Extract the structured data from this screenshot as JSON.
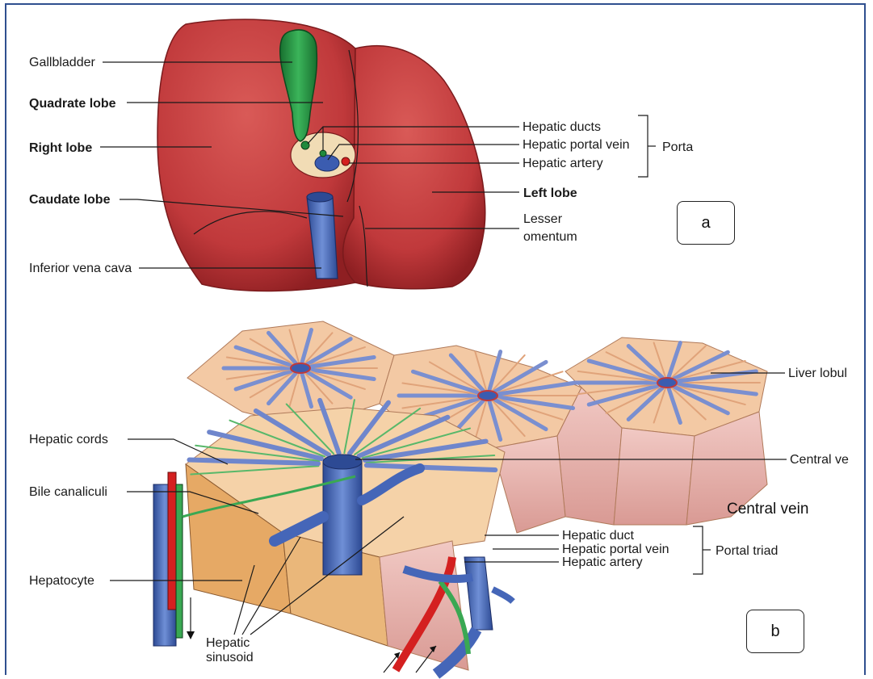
{
  "panel_a": {
    "tag": "a",
    "labels": {
      "gallbladder": "Gallbladder",
      "quadrate_lobe": "Quadrate lobe",
      "right_lobe": "Right lobe",
      "caudate_lobe": "Caudate lobe",
      "inferior_vena_cava": "Inferior vena cava",
      "hepatic_ducts": "Hepatic ducts",
      "hepatic_portal_vein": "Hepatic portal vein",
      "hepatic_artery": "Hepatic artery",
      "porta": "Porta",
      "left_lobe": "Left lobe",
      "lesser_omentum_1": "Lesser",
      "lesser_omentum_2": "omentum"
    }
  },
  "panel_b": {
    "tag": "b",
    "labels": {
      "liver_lobule": "Liver lobul",
      "hepatic_cords": "Hepatic cords",
      "central_vein_cut": "Central ve",
      "bile_canaliculi": "Bile canaliculi",
      "central_vein": "Central vein",
      "hepatic_duct": "Hepatic duct",
      "hepatic_portal_vein": "Hepatic portal vein",
      "hepatic_artery": "Hepatic artery",
      "portal_triad": "Portal triad",
      "hepatocyte": "Hepatocyte",
      "hepatic_sinusoid_1": "Hepatic",
      "hepatic_sinusoid_2": "sinusoid"
    }
  },
  "colors": {
    "liver": "#c0393b",
    "liver_dark": "#8e1f22",
    "gallbladder": "#1f8a3c",
    "vein": "#4566b8",
    "artery": "#d42020",
    "lobule": "#f3c9a4",
    "frame": "#2f4f8f"
  }
}
